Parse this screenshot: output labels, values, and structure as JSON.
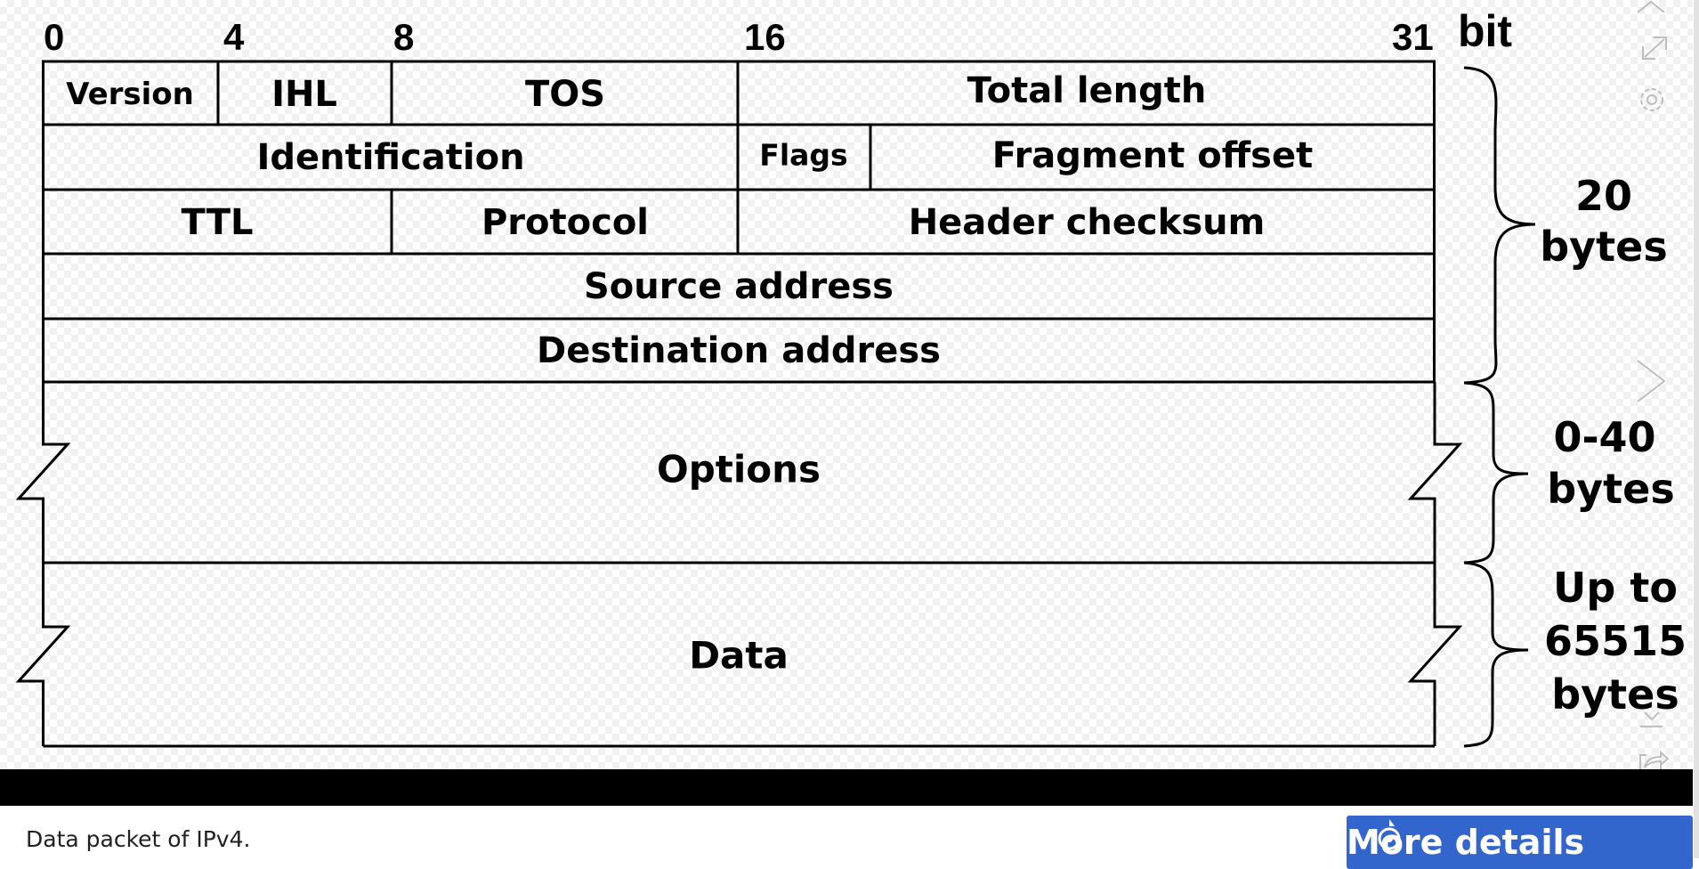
{
  "diagram": {
    "bit_labels": [
      "0",
      "4",
      "8",
      "16",
      "31",
      "bit"
    ],
    "rows": {
      "r1": [
        "Version",
        "IHL",
        "TOS",
        "Total length"
      ],
      "r2": [
        "Identification",
        "Flags",
        "Fragment offset"
      ],
      "r3": [
        "TTL",
        "Protocol",
        "Header checksum"
      ],
      "r4": "Source address",
      "r5": "Destination address",
      "options": "Options",
      "data": "Data"
    },
    "braces": {
      "header": [
        "20",
        "bytes"
      ],
      "options": [
        "0-40",
        "bytes"
      ],
      "data": [
        "Up to",
        "65515",
        "bytes"
      ]
    }
  },
  "viewer": {
    "icons": [
      "chevron-up-icon",
      "expand-icon",
      "gear-icon",
      "chevron-right-icon",
      "download-icon",
      "share-icon"
    ]
  },
  "caption": "Data packet of IPv4.",
  "more_details_label": "More details",
  "colors": {
    "button": "#3366cc"
  }
}
